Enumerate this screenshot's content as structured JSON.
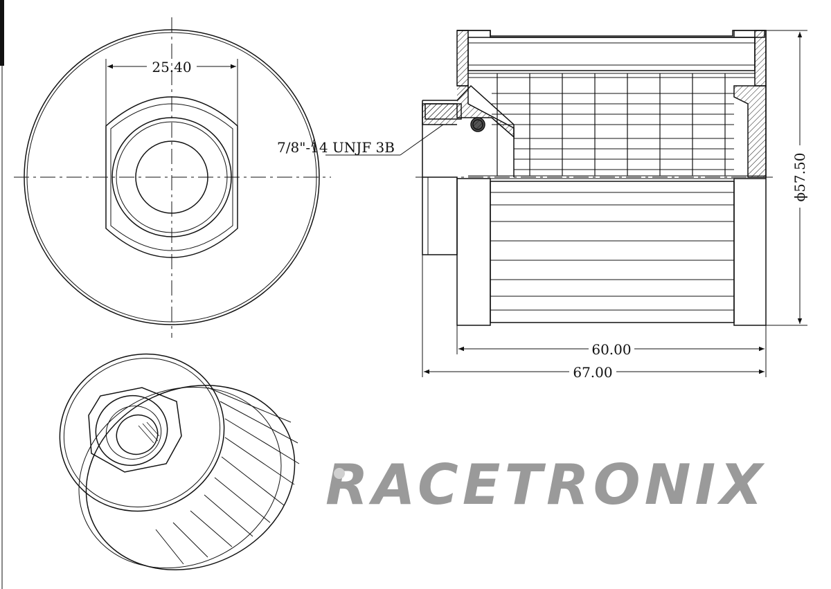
{
  "dimensions": {
    "hex_across_flats": "25.40",
    "thread_callout": "7/8\"-14 UNJF 3B",
    "outer_diameter": "ϕ57.50",
    "body_length": "60.00",
    "overall_length": "67.00"
  },
  "logo": {
    "text": "RACETRONIX",
    "color": "#9a9a9a"
  },
  "colors": {
    "line": "#111111",
    "background": "#ffffff"
  }
}
